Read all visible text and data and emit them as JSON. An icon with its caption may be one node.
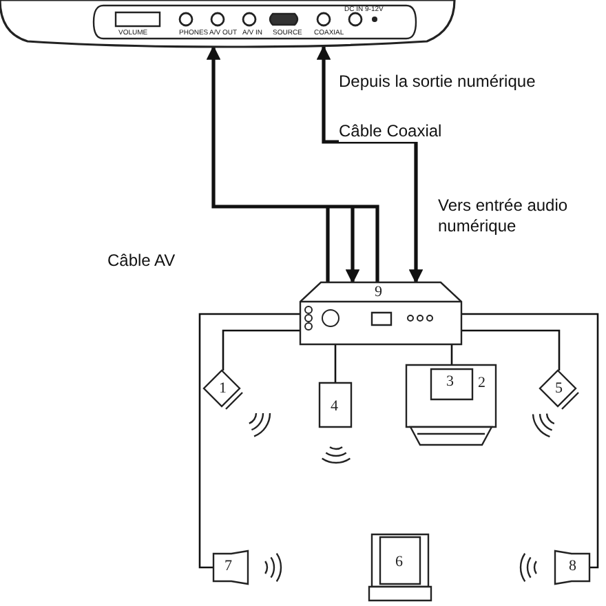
{
  "diagram": {
    "nodes": [
      {
        "text": [
          "VOLUME",
          "PHONES",
          "A/V OUT",
          "A/V IN",
          "SOURCE",
          "COAXIAL",
          "DC IN 9-12V"
        ]
      },
      {
        "text": [
          "9"
        ]
      },
      {
        "text": [
          "1"
        ]
      },
      {
        "text": [
          "4"
        ]
      },
      {
        "text": [
          "2"
        ]
      },
      {
        "text": [
          "3"
        ],
        "in": 4
      },
      {
        "text": [
          "5"
        ]
      },
      {
        "text": [
          "7"
        ]
      },
      {
        "text": [
          "6"
        ]
      },
      {
        "text": [
          "8"
        ]
      }
    ],
    "edges": [
      {
        "from": 0,
        "to": 1,
        "arrow": "both",
        "label": "Câble AV"
      },
      {
        "from": 0,
        "to": 1,
        "arrow": "both",
        "label": "Câble Coaxial"
      },
      {
        "from": 1,
        "to": 2,
        "arrow": "none"
      },
      {
        "from": 1,
        "to": 3,
        "arrow": "none"
      },
      {
        "from": 1,
        "to": 5,
        "arrow": "none"
      },
      {
        "from": 1,
        "to": 6,
        "arrow": "none"
      },
      {
        "from": 1,
        "to": 7,
        "arrow": "none"
      },
      {
        "from": 1,
        "to": 9,
        "arrow": "none"
      }
    ],
    "labels": [
      "Depuis la sortie numérique",
      "Vers entrée audio numérique"
    ]
  }
}
